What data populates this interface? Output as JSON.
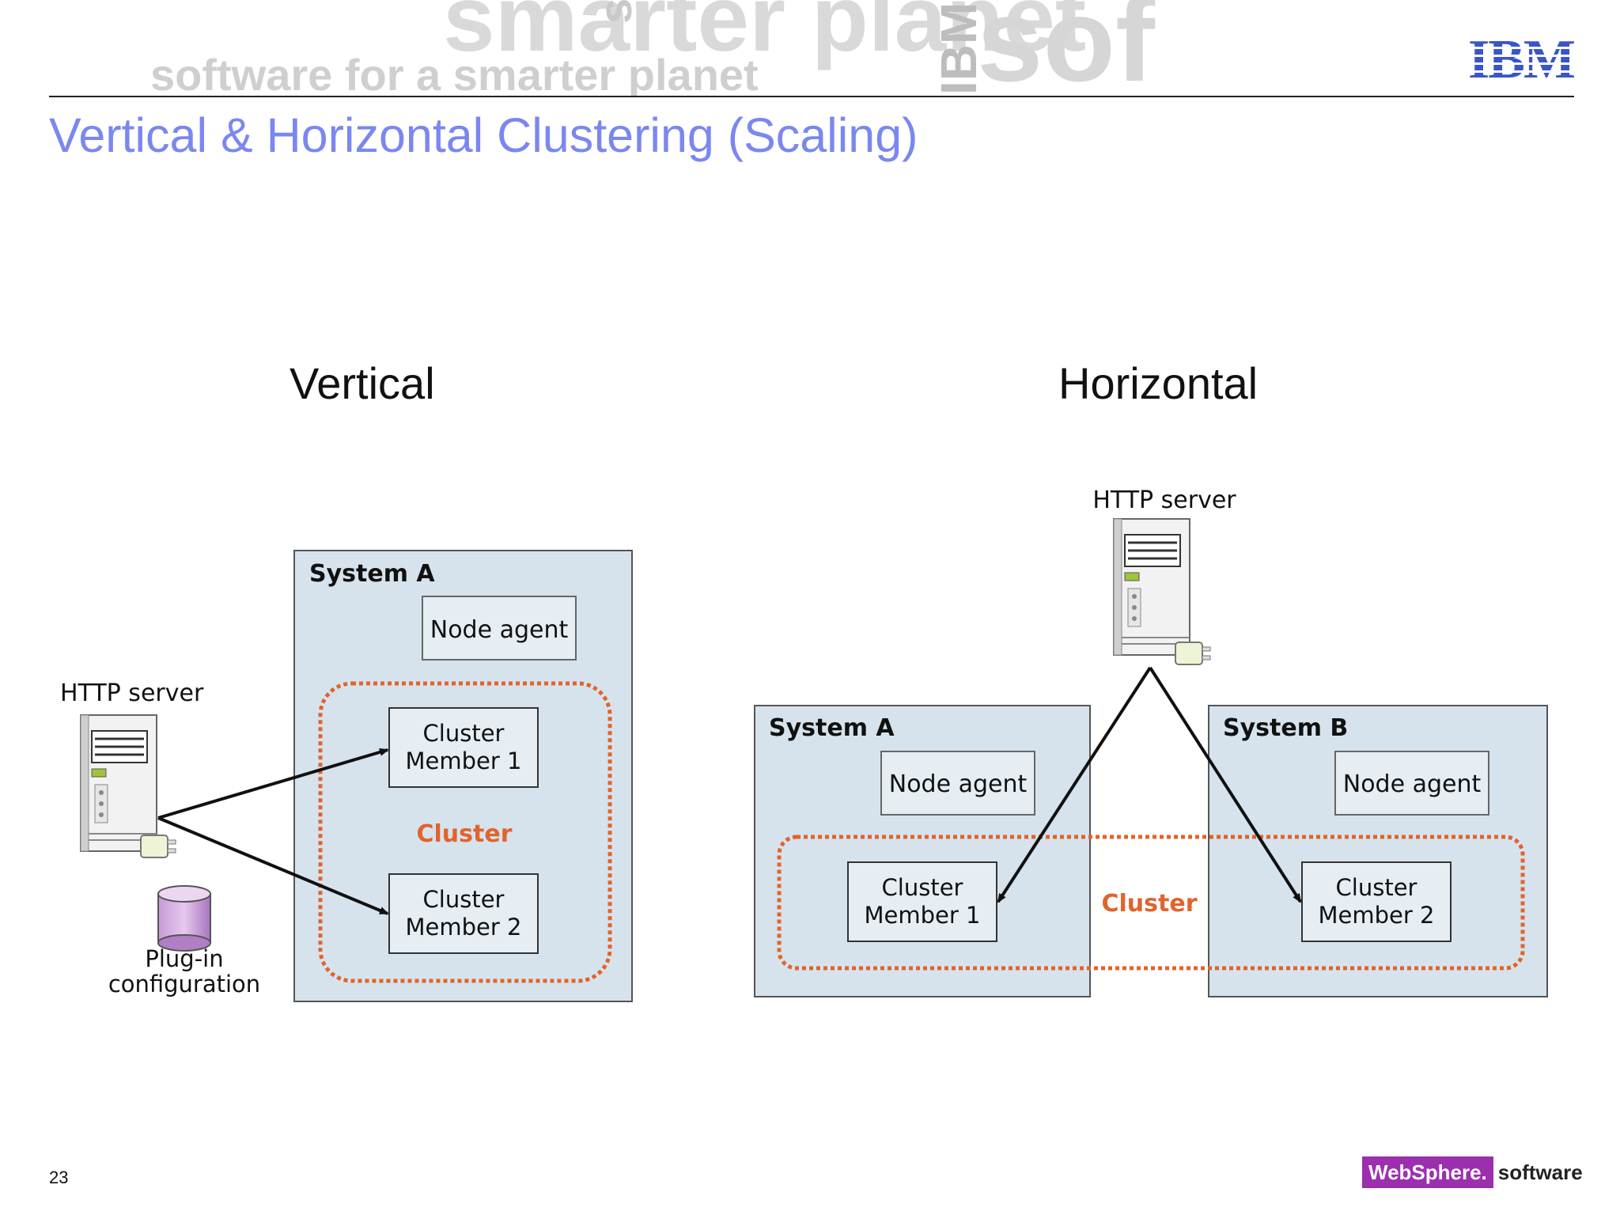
{
  "header": {
    "watermark_line1": "smarter planet",
    "watermark_line2": "software for a smarter planet",
    "watermark_vertical_1": "soft",
    "watermark_vertical_2": "IBM",
    "watermark_big": "sof",
    "brand_logo": "IBM"
  },
  "slide": {
    "title": "Vertical & Horizontal Clustering (Scaling)",
    "page_number": "23"
  },
  "vertical": {
    "heading": "Vertical",
    "http_server": "HTTP server",
    "plugin_line1": "Plug-in",
    "plugin_line2": "configuration",
    "system": "System A",
    "node_agent": "Node agent",
    "cluster": "Cluster",
    "member1_line1": "Cluster",
    "member1_line2": "Member 1",
    "member2_line1": "Cluster",
    "member2_line2": "Member 2"
  },
  "horizontal": {
    "heading": "Horizontal",
    "http_server": "HTTP server",
    "system_a": "System A",
    "system_b": "System B",
    "node_agent_a": "Node agent",
    "node_agent_b": "Node agent",
    "cluster": "Cluster",
    "member1_line1": "Cluster",
    "member1_line2": "Member 1",
    "member2_line1": "Cluster",
    "member2_line2": "Member 2"
  },
  "footer": {
    "brand_left": "WebSphere.",
    "brand_right": "software"
  },
  "colors": {
    "title": "#7b87f0",
    "system_fill": "#d7e3ec",
    "cluster_dash": "#e0642c",
    "cluster_label": "#e0642c",
    "brand": "#9b2fae"
  },
  "icons": [
    "server-icon",
    "plugin-icon",
    "database-icon"
  ]
}
